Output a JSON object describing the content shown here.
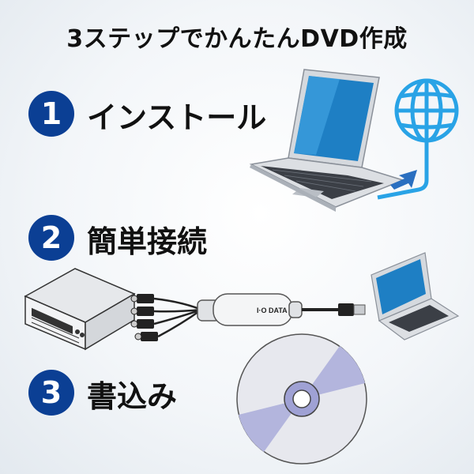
{
  "title": "3ステップでかんたんDVD作成",
  "steps": [
    {
      "number": "1",
      "label": "インストール"
    },
    {
      "number": "2",
      "label": "簡単接続"
    },
    {
      "number": "3",
      "label": "書込み"
    }
  ],
  "device_brand": "I·O DATA",
  "icons": [
    "globe-icon",
    "download-arrow-icon",
    "laptop-icon",
    "vcr-icon",
    "usb-capture-cable-icon",
    "dvd-disc-icon"
  ],
  "colors": {
    "step_badge": "#0b3f94",
    "globe": "#29a3e6",
    "laptop_screen": "#1e7fc4"
  }
}
